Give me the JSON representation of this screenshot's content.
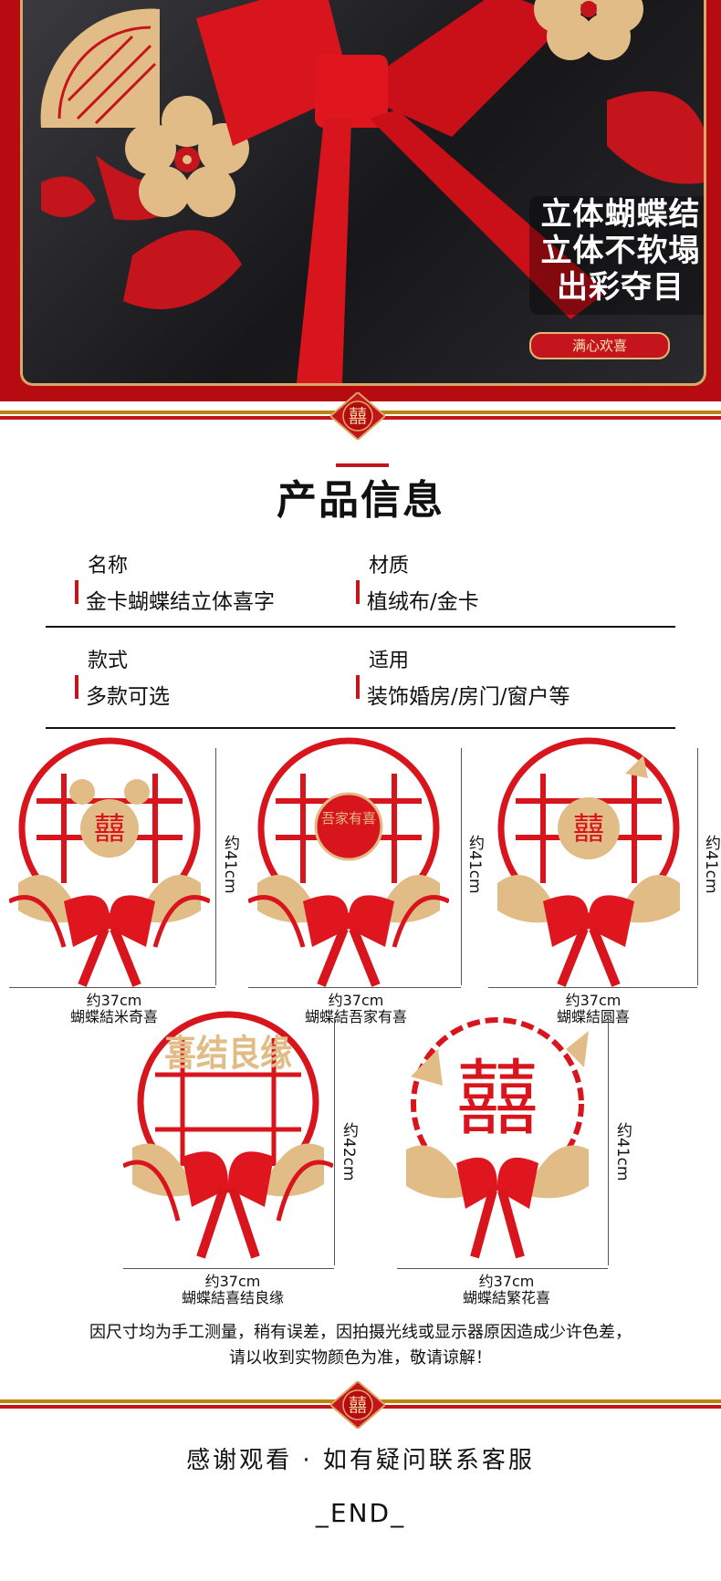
{
  "hero": {
    "headline_lines": [
      "立体蝴蝶结",
      "立体不软塌",
      "出彩夺目"
    ],
    "badge": "满心欢喜"
  },
  "divider": {
    "emblem_char": "囍"
  },
  "section_title": "产品信息",
  "info": [
    {
      "label": "名称",
      "value": "金卡蝴蝶结立体喜字"
    },
    {
      "label": "材质",
      "value": "植绒布/金卡"
    },
    {
      "label": "款式",
      "value": "多款可选"
    },
    {
      "label": "适用",
      "value": "装饰婚房/房门/窗户等"
    }
  ],
  "products": [
    {
      "width": "约37cm",
      "height": "约41cm",
      "name": "蝴蝶結米奇喜",
      "center_text": "囍"
    },
    {
      "width": "约37cm",
      "height": "约41cm",
      "name": "蝴蝶結吾家有喜",
      "center_text": "吾家有喜"
    },
    {
      "width": "约37cm",
      "height": "约41cm",
      "name": "蝴蝶結圆喜",
      "center_text": "囍"
    },
    {
      "width": "约37cm",
      "height": "约42cm",
      "name": "蝴蝶結喜结良缘",
      "center_text": "喜结良缘"
    },
    {
      "width": "约37cm",
      "height": "约41cm",
      "name": "蝴蝶結繁花喜",
      "center_text": "囍"
    }
  ],
  "note_lines": [
    "因尺寸均为手工测量，稍有误差，因拍摄光线或显示器原因造成少许色差，",
    "请以收到实物颜色为准，敬请谅解！"
  ],
  "thanks": "感谢观看 · 如有疑问联系客服",
  "end": "_END_",
  "colors": {
    "red": "#c4141c",
    "gold": "#d9a867",
    "dark": "#111111"
  }
}
